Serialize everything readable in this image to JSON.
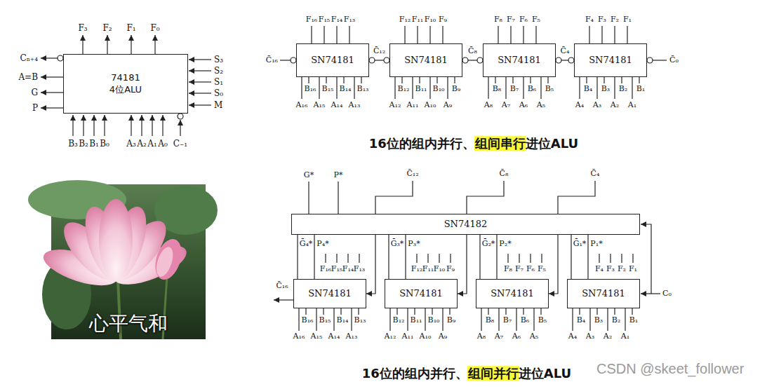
{
  "diagram": {
    "nodes": [
      {
        "text": [
          "74181",
          "4位ALU"
        ]
      },
      {
        "text": [
          "SN74181"
        ]
      },
      {
        "text": [
          "SN74181"
        ]
      },
      {
        "text": [
          "SN74181"
        ]
      },
      {
        "text": [
          "SN74181"
        ]
      },
      {
        "text": [
          "SN74182"
        ]
      },
      {
        "text": [
          "SN74181"
        ]
      },
      {
        "text": [
          "SN74181"
        ]
      },
      {
        "text": [
          "SN74181"
        ]
      },
      {
        "text": [
          "SN74181"
        ]
      }
    ],
    "edges": [
      {
        "from": 4,
        "to": 3,
        "arrow": "none",
        "label": "C̄₄"
      },
      {
        "from": 3,
        "to": 2,
        "arrow": "none",
        "label": "C̄₈"
      },
      {
        "from": 2,
        "to": 1,
        "arrow": "none",
        "label": "C̄₁₂"
      },
      {
        "from": 6,
        "to": 5,
        "arrow": "none",
        "label": "Ḡ₄*"
      },
      {
        "from": 6,
        "to": 5,
        "arrow": "none",
        "label": "P₄*"
      },
      {
        "from": 7,
        "to": 5,
        "arrow": "none",
        "label": "Ḡ₃*"
      },
      {
        "from": 7,
        "to": 5,
        "arrow": "none",
        "label": "P₃*"
      },
      {
        "from": 8,
        "to": 5,
        "arrow": "none",
        "label": "Ḡ₂*"
      },
      {
        "from": 8,
        "to": 5,
        "arrow": "none",
        "label": "P₂*"
      },
      {
        "from": 9,
        "to": 5,
        "arrow": "none",
        "label": "Ḡ₁*"
      },
      {
        "from": 9,
        "to": 5,
        "arrow": "none",
        "label": "P₁*"
      },
      {
        "from": 5,
        "to": 6,
        "arrow": "to"
      },
      {
        "from": 5,
        "to": 7,
        "arrow": "to"
      },
      {
        "from": 5,
        "to": 8,
        "arrow": "to"
      }
    ],
    "labels": [
      "F₃",
      "F₂",
      "F₁",
      "F₀",
      "Cₙ₊₄",
      "A=B",
      "G",
      "P",
      "S₃",
      "S₂",
      "S₁",
      "S₀",
      "M",
      "B₃",
      "B₂",
      "B₁",
      "B₀",
      "A₃",
      "A₂",
      "A₁",
      "A₀",
      "C₋₁",
      "心平气和",
      "C̄₁₆",
      "C̄₀",
      "F₁₆",
      "F₁₅",
      "F₁₄",
      "F₁₃",
      "F₁₂",
      "F₁₁",
      "F₁₀",
      "F₉",
      "F₈",
      "F₇",
      "F₆",
      "F₅",
      "F₄",
      "F₃",
      "F₂",
      "F₁",
      "B₁₆",
      "B₁₅",
      "B₁₄",
      "B₁₃",
      "A₁₆",
      "A₁₅",
      "A₁₄",
      "A₁₃",
      "B₁₂",
      "B₁₁",
      "B₁₀",
      "B₉",
      "A₁₂",
      "A₁₁",
      "A₁₀",
      "A₉",
      "B₈",
      "B₇",
      "B₆",
      "B₅",
      "A₈",
      "A₇",
      "A₆",
      "A₅",
      "B₄",
      "B₃",
      "B₂",
      "B₁",
      "A₄",
      "A₃",
      "A₂",
      "A₁",
      "16位的组内并行、组间串行进位ALU",
      "G*",
      "P*",
      "C̄₁₂",
      "C̄₈",
      "C̄₄",
      "C̄₁₆",
      "C₀",
      "F₁₆",
      "F₁₅",
      "F₁₄",
      "F₁₃",
      "F₁₂",
      "F₁₁",
      "F₁₀",
      "F₉",
      "F₈",
      "F₇",
      "F₆",
      "F₅",
      "F₄",
      "F₃",
      "F₂",
      "F₁",
      "B₁₆",
      "B₁₅",
      "B₁₄",
      "B₁₃",
      "A₁₆",
      "A₁₅",
      "A₁₄",
      "A₁₃",
      "B₁₂",
      "B₁₁",
      "B₁₀",
      "B₉",
      "A₁₂",
      "A₁₁",
      "A₁₀",
      "A₉",
      "B₈",
      "B₇",
      "B₆",
      "B₅",
      "A₈",
      "A₇",
      "A₆",
      "A₅",
      "B₄",
      "B₃",
      "B₂",
      "B₁",
      "A₄",
      "A₃",
      "A₂",
      "A₁",
      "16位的组内并行、组间并行进位ALU",
      "CSDN @skeet_follower"
    ]
  }
}
